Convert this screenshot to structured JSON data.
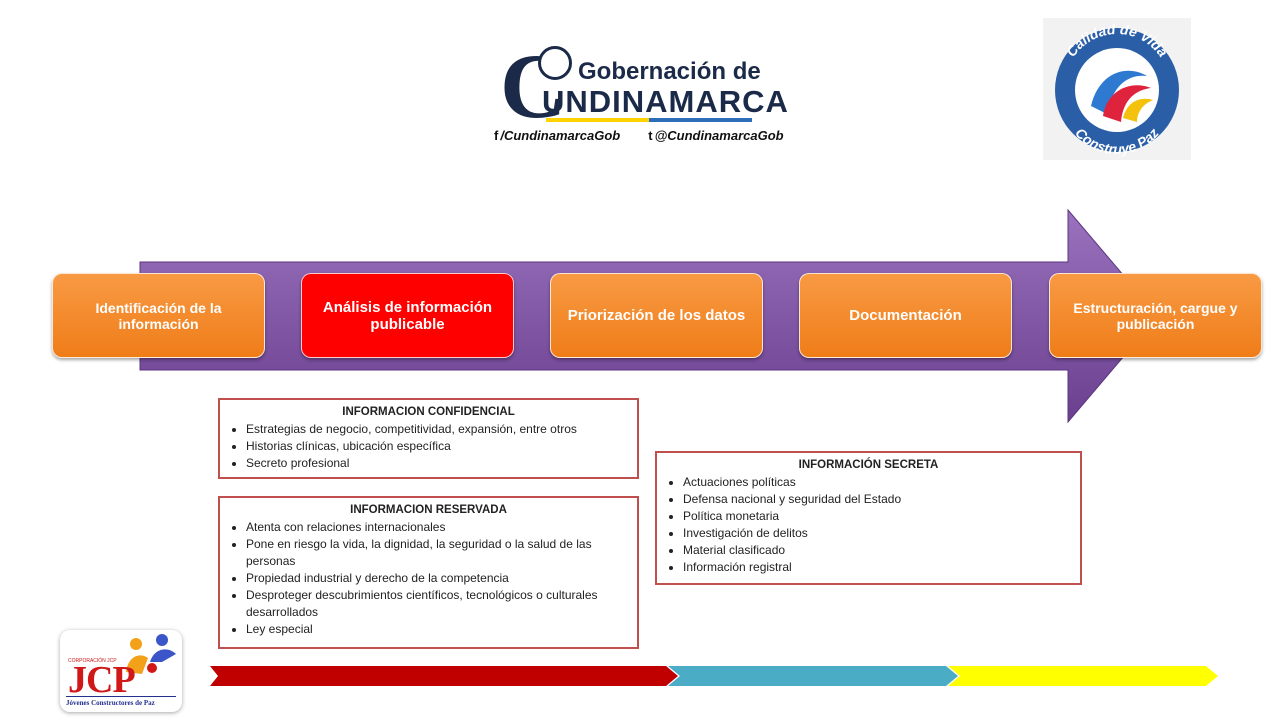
{
  "header": {
    "logo_letter": "C",
    "logo_title": "Gobernación de",
    "logo_name": "UNDINAMARCA",
    "facebook_handle": "/CundinamarcaGob",
    "twitter_handle": "@CundinamarcaGob",
    "facebook_icon_glyph": "f",
    "twitter_icon_glyph": "t"
  },
  "right_logo": {
    "top_text": "Calidad de Vida",
    "bottom_text": "Construye Paz"
  },
  "process": {
    "steps": [
      {
        "label": "Identificación de la información",
        "color": "orange"
      },
      {
        "label": "Análisis de información publicable",
        "color": "red"
      },
      {
        "label": "Priorización de los datos",
        "color": "orange"
      },
      {
        "label": "Documentación",
        "color": "orange"
      },
      {
        "label": "Estructuración, cargue y publicación",
        "color": "orange"
      }
    ]
  },
  "boxes": {
    "confidencial": {
      "title": "INFORMACION CONFIDENCIAL",
      "items": [
        "Estrategias de negocio, competitividad, expansión, entre otros",
        "Historias clínicas, ubicación específica",
        "Secreto profesional"
      ]
    },
    "reservada": {
      "title": "INFORMACION RESERVADA",
      "items": [
        "Atenta con relaciones internacionales",
        "Pone en riesgo la vida, la dignidad, la seguridad o la salud de las personas",
        "Propiedad industrial y derecho de la competencia",
        "Desproteger descubrimientos científicos, tecnológicos o culturales desarrollados",
        "Ley especial"
      ]
    },
    "secreta": {
      "title": "INFORMACIÓN SECRETA",
      "items": [
        "Actuaciones políticas",
        "Defensa nacional y seguridad del Estado",
        "Política monetaria",
        "Investigación de delitos",
        "Material clasificado",
        "Información registral"
      ]
    }
  },
  "jcp_logo": {
    "acronym": "JCP",
    "corporation": "CORPORACIÓN JCP",
    "full_name": "Jóvenes Constructores de Paz"
  },
  "colors": {
    "arrow_purple": "#7b4fa0",
    "step_orange": "#f28c28",
    "step_red": "#ff0000",
    "box_border": "#c0504d",
    "footer_red": "#c00000",
    "footer_blue": "#4bacc6",
    "footer_yellow": "#ffff00",
    "logo_navy": "#1b2a48"
  }
}
